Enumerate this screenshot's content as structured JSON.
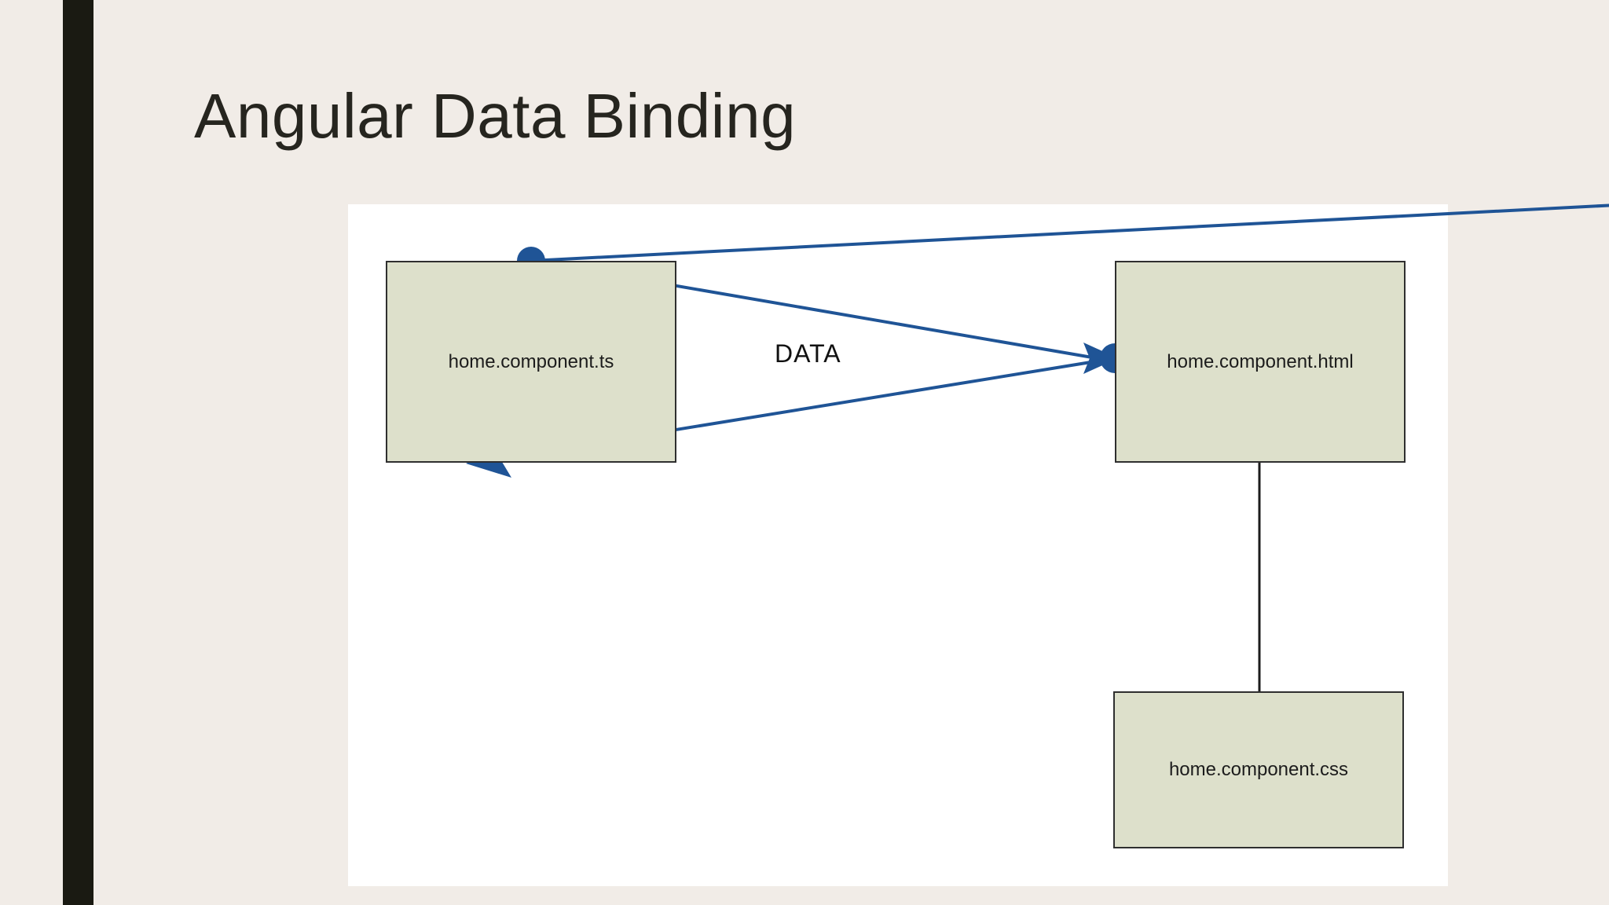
{
  "slide": {
    "title": "Angular Data Binding",
    "background_color": "#f1ece7",
    "accent_bar_color": "#1a1a12",
    "panel_color": "#ffffff"
  },
  "diagram": {
    "type": "flow-diagram",
    "box_fill_color": "#dde0cb",
    "box_border_color": "#2f2f2f",
    "arrow_color": "#1f5496",
    "connector_color": "#1c1c1c",
    "boxes": [
      {
        "id": "ts",
        "label": "home.component.ts"
      },
      {
        "id": "html",
        "label": "home.component.html"
      },
      {
        "id": "css",
        "label": "home.component.css"
      }
    ],
    "flow_label": "DATA",
    "connections": [
      {
        "from": "ts",
        "to": "html",
        "style": "arrow",
        "endpoint_from": "circle",
        "endpoint_to": "arrowhead"
      },
      {
        "from": "html",
        "to": "ts",
        "style": "arrow",
        "endpoint_from": "circle",
        "endpoint_to": "arrowhead"
      },
      {
        "from": "html",
        "to": "css",
        "style": "plain-line",
        "endpoint_from": "none",
        "endpoint_to": "none"
      }
    ]
  }
}
